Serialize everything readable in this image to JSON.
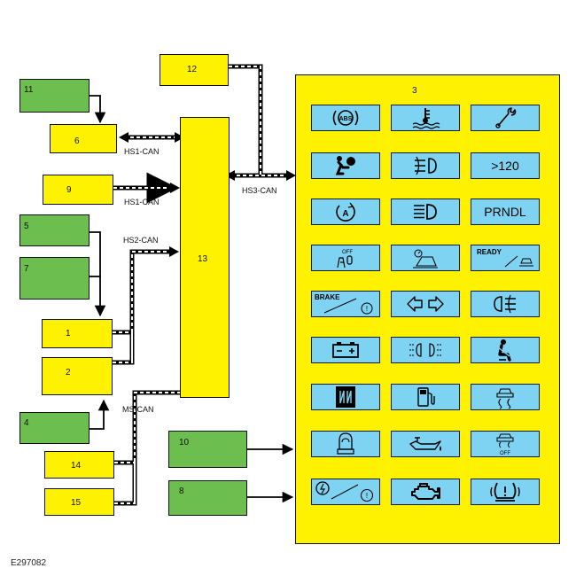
{
  "modules": {
    "m1": "1",
    "m2": "2",
    "m3": "3",
    "m4": "4",
    "m5": "5",
    "m6": "6",
    "m7": "7",
    "m8": "8",
    "m9": "9",
    "m10": "10",
    "m11": "11",
    "m12": "12",
    "m13": "13",
    "m14": "14",
    "m15": "15"
  },
  "buses": {
    "hs1_upper": "HS1-CAN",
    "hs1_lower": "HS1-CAN",
    "hs2": "HS2-CAN",
    "hs3": "HS3-CAN",
    "ms": "MS-CAN"
  },
  "tile_texts": {
    "speed": ">120",
    "prndl": "PRNDL",
    "ready": "READY",
    "brake": "BRAKE",
    "off_tpms": "OFF",
    "off_traction": "OFF"
  },
  "colors": {
    "module_yellow": "#fff200",
    "module_green": "#6cbf4e",
    "tile_blue": "#7fd3f2"
  },
  "icons": [
    "abs-icon",
    "coolant-temperature-icon",
    "wrench-icon",
    "airbag-icon",
    "front-fog-lamp-icon",
    "speed-warning-text",
    "auto-start-stop-icon",
    "high-beam-icon",
    "prndl-text",
    "passenger-airbag-off-icon",
    "cruise-control-icon",
    "ready-icon",
    "brake-warning-icon",
    "turn-signal-icon",
    "rear-fog-lamp-icon",
    "battery-icon",
    "side-lamps-icon",
    "seat-belt-icon",
    "steering-lock-icon",
    "low-fuel-icon",
    "traction-control-icon",
    "driver-seat-icon",
    "oil-pressure-icon",
    "traction-control-off-icon",
    "powertrain-fault-icon",
    "engine-icon",
    "tire-pressure-icon"
  ],
  "figure_code": "E297082"
}
